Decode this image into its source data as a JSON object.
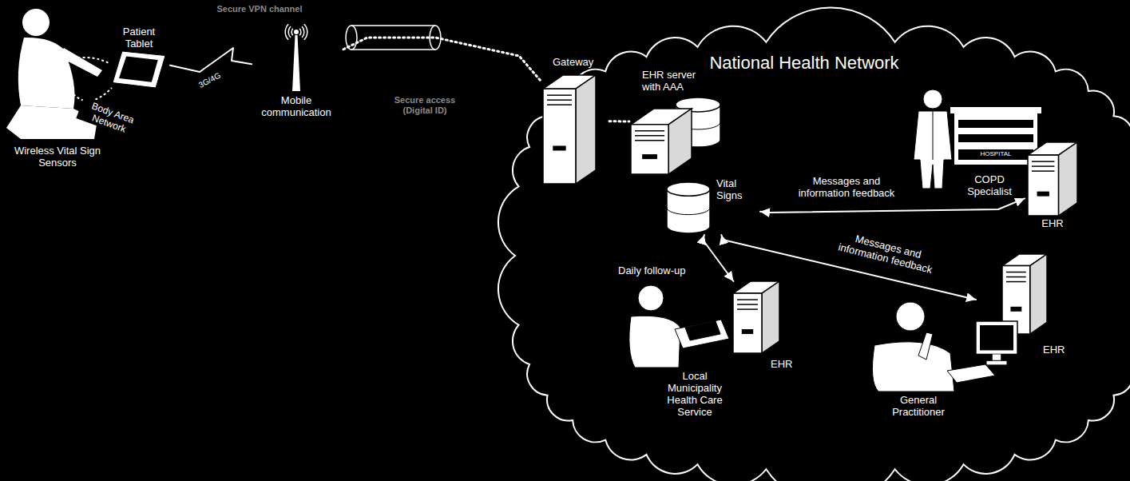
{
  "diagram": {
    "nodes": [
      {
        "text": [
          "Patient Tablet"
        ]
      },
      {
        "text": [
          "Mobile communication"
        ]
      },
      {
        "text": [
          "National Health Network"
        ]
      },
      {
        "text": [
          "Gateway"
        ],
        "in": 2
      },
      {
        "text": [
          "EHR server with AAA"
        ],
        "in": 2
      },
      {
        "text": [
          "Vital Signs"
        ],
        "in": 2
      },
      {
        "text": [
          "EHR"
        ],
        "in": 2
      },
      {
        "text": [
          "EHR"
        ],
        "in": 2
      },
      {
        "text": [
          "EHR"
        ],
        "in": 2
      }
    ],
    "edges": [
      {
        "from": 0,
        "to": 1,
        "arrow": "none",
        "label": "3G/4G"
      },
      {
        "from": 1,
        "to": 3,
        "arrow": "none",
        "label": "Secure VPN channel"
      },
      {
        "from": 3,
        "to": 4,
        "arrow": "none"
      },
      {
        "from": 5,
        "to": 6,
        "arrow": "both",
        "label": "Messages and information feedback"
      },
      {
        "from": 5,
        "to": 7,
        "arrow": "both",
        "label": "Daily follow-up"
      },
      {
        "from": 5,
        "to": 8,
        "arrow": "both",
        "label": "Messages and information feedback"
      }
    ],
    "labels": [
      "Body Area Network",
      "Wireless Vital Sign Sensors",
      "Secure access (Digital ID)",
      "COPD Specialist",
      "HOSPITAL",
      "Local Municipality Health Care Service",
      "General Practitioner"
    ]
  }
}
